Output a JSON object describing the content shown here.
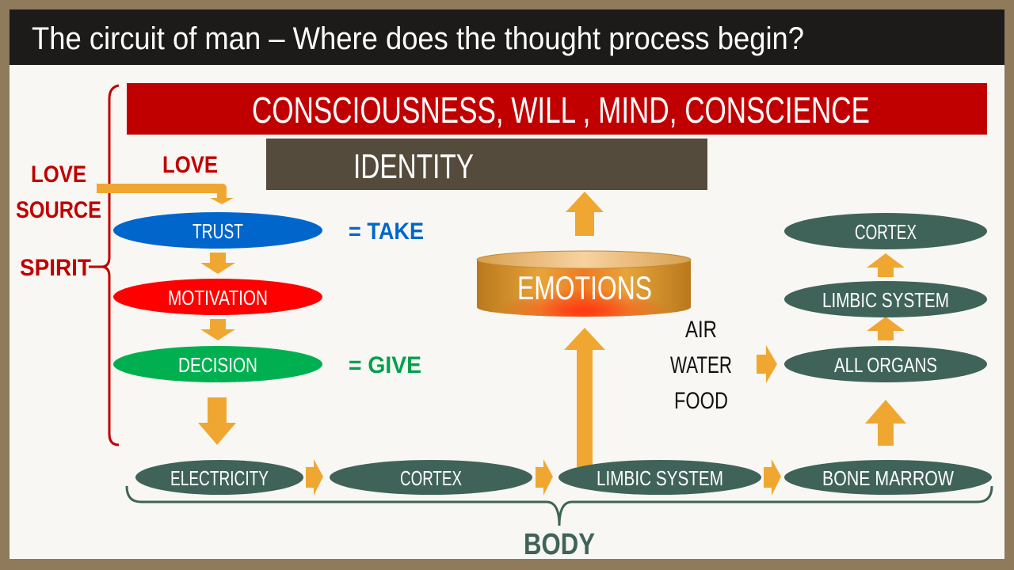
{
  "title": "The circuit of man – Where does the thought process begin?",
  "top_bar": "CONSCIOUSNESS, WILL , MIND, CONSCIENCE",
  "identity": "IDENTITY",
  "left_labels": {
    "love_source_1": "LOVE",
    "love_source_2": "SOURCE",
    "spirit": "SPIRIT",
    "love": "LOVE"
  },
  "spirit_chain": {
    "trust": "TRUST",
    "motivation": "MOTIVATION",
    "decision": "DECISION"
  },
  "equals": {
    "take": "= TAKE",
    "give": "= GIVE"
  },
  "emotions": "EMOTIONS",
  "inputs": {
    "air": "AIR",
    "water": "WATER",
    "food": "FOOD"
  },
  "right_chain": {
    "cortex": "CORTEX",
    "limbic": "LIMBIC SYSTEM",
    "organs": "ALL ORGANS"
  },
  "body_chain": {
    "electricity": "ELECTRICITY",
    "cortex": "CORTEX",
    "limbic": "LIMBIC SYSTEM",
    "bone_marrow": "BONE MARROW"
  },
  "body_label": "BODY",
  "colors": {
    "red": "#c00000",
    "identity": "#544b3c",
    "arrow": "#f0a732",
    "trust": "#0066cc",
    "motivation": "#ff0000",
    "decision": "#00b050",
    "body": "#3f6358"
  }
}
